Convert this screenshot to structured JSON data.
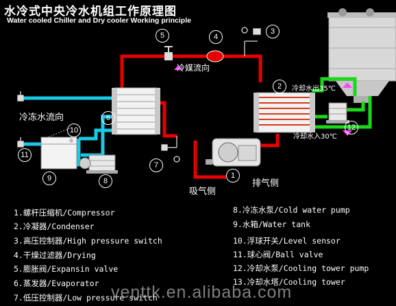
{
  "title": "水冷式中央冷水机组工作原理图",
  "subtitle": "Water cooled Chiller and Dry cooler Working principle",
  "labels": {
    "refrigerant_flow": "冷媒流向",
    "chilled_water_flow": "冷冻水流向",
    "cooling_out": "冷却水出35℃",
    "cooling_in": "冷却水入30℃",
    "suction_side": "吸气侧",
    "discharge_side": "排气侧"
  },
  "markers": [
    "1",
    "2",
    "3",
    "4",
    "5",
    "6",
    "7",
    "8",
    "9",
    "10",
    "11",
    "12"
  ],
  "legend_left": [
    "1.螺杆压缩机/Compressor",
    "2.冷凝器/Condenser",
    "3.高压控制器/High pressure switch",
    "4.干燥过滤器/Drying",
    "5.膨胀阀/Expansin valve",
    "6.蒸发器/Evaporator",
    "7.低压控制器/Low pressure switch"
  ],
  "legend_right": [
    "8.冷冻水泵/Cold water pump",
    "9.水箱/Water tank",
    "10.浮球开关/Level sensor",
    "11.球心阀/Ball valve",
    "12.冷却水泵/Cooling tower pump",
    "13.冷却水塔/Cooling tower"
  ],
  "watermark": "venttk.en.alibaba.com",
  "colors": {
    "refrigerant": "#e60000",
    "chilled_water": "#19c9e6",
    "cooling_water": "#1cd81c",
    "flow_arrow": "#ff44ff"
  }
}
